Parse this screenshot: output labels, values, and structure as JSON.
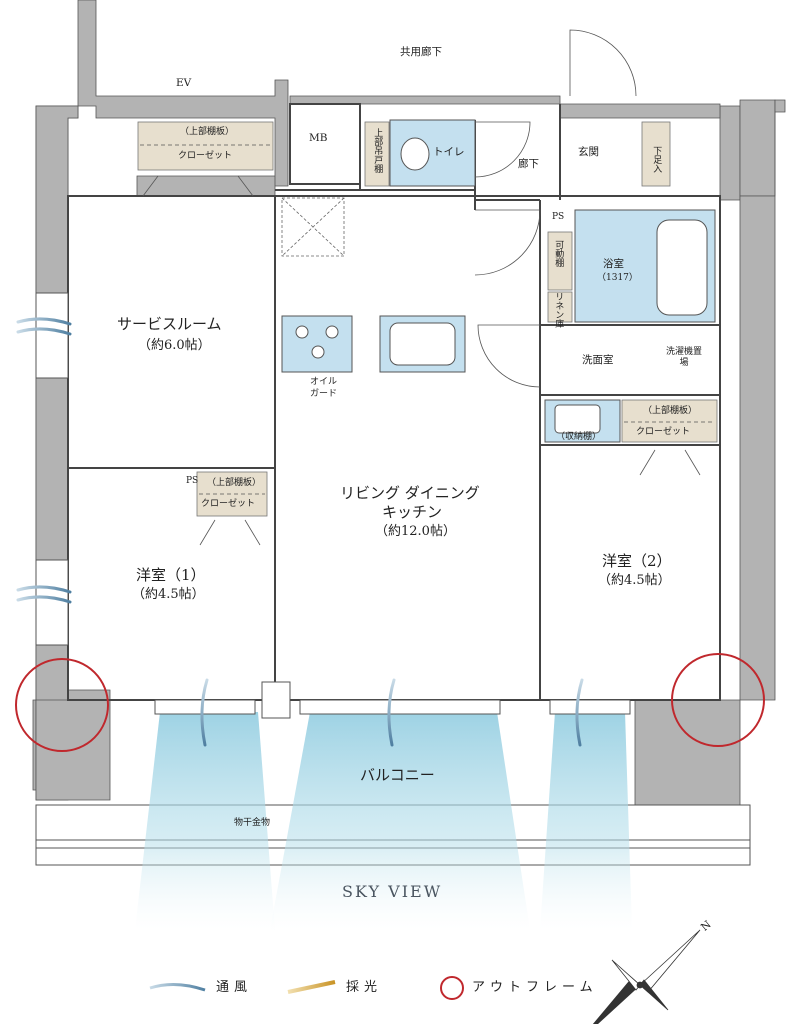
{
  "labels": {
    "corridor": "共用廊下",
    "ev": "EV",
    "mb": "MB",
    "toilet": "トイレ",
    "hall": "廊下",
    "entrance": "玄関",
    "shoe_storage": "下足入",
    "upper_shelf_toilet": "上部吊戸棚",
    "ps_top": "PS",
    "ps_mid": "PS",
    "movable_shelf": "可動棚",
    "linen": "リネン庫",
    "bath": "浴室",
    "bath_size": "（1317）",
    "washroom": "洗面室",
    "washer": "洗濯機置場",
    "storage_box": "（収納棚）",
    "upper_shelf_1": "（上部棚板）",
    "closet_1": "クローゼット",
    "upper_shelf_2": "（上部棚板）",
    "closet_2": "クローゼット",
    "upper_shelf_3": "（上部棚板）",
    "closet_3": "クローゼット",
    "service_room": "サービスルーム",
    "service_room_area": "（約6.0帖）",
    "oil_guard": "オイル",
    "oil_guard_2": "ガード",
    "ldk": "リビング ダイニング",
    "ldk_2": "キッチン",
    "ldk_area": "（約12.0帖）",
    "western1": "洋室（1）",
    "western1_area": "（約4.5帖）",
    "western2": "洋室（2）",
    "western2_area": "（約4.5帖）",
    "balcony": "バルコニー",
    "hanger": "物干金物",
    "sky_view": "SKY VIEW"
  },
  "legend": {
    "wind": "通風",
    "light": "採光",
    "outframe": "アウトフレーム"
  },
  "compass": "N",
  "colors": {
    "wall": "#b3b3b3",
    "water": "#c4e0ef",
    "closet": "#e7dfce",
    "outframe": "#c0282d",
    "wind": "#6f97b3",
    "light": "#d9a93a",
    "sky": "#9fd2e2"
  }
}
